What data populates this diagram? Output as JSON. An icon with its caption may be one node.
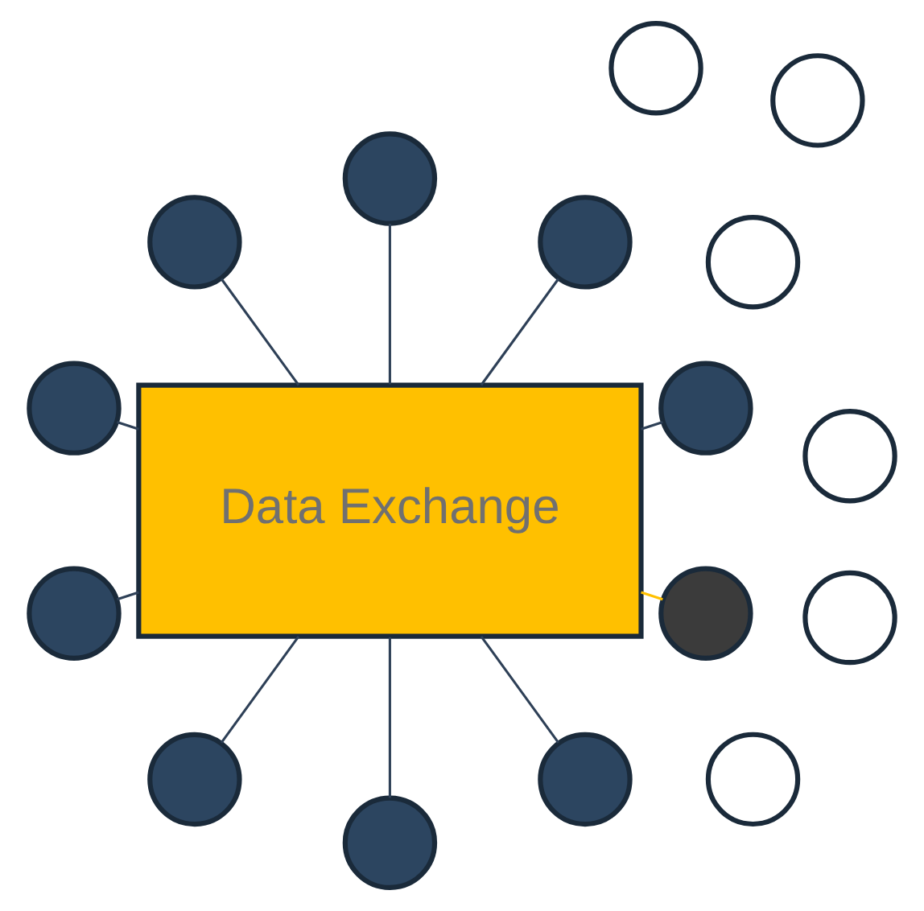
{
  "diagram": {
    "nodes": [
      {
        "text": [
          "Data Exchange"
        ]
      },
      {
        "text": [],
        "shape": "circle"
      },
      {
        "text": [],
        "shape": "circle"
      },
      {
        "text": [],
        "shape": "circle"
      },
      {
        "text": [],
        "shape": "circle"
      },
      {
        "text": [],
        "shape": "circle"
      },
      {
        "text": [],
        "shape": "circle"
      },
      {
        "text": [],
        "shape": "circle"
      },
      {
        "text": [],
        "shape": "circle"
      },
      {
        "text": [],
        "shape": "circle"
      },
      {
        "text": [],
        "shape": "circle"
      },
      {
        "text": [],
        "shape": "circle"
      },
      {
        "text": [],
        "shape": "circle"
      },
      {
        "text": [],
        "shape": "circle"
      },
      {
        "text": [],
        "shape": "circle"
      },
      {
        "text": [],
        "shape": "circle"
      },
      {
        "text": [],
        "shape": "circle"
      }
    ],
    "edges": [
      {
        "from": 0,
        "to": 2,
        "arrow": "none"
      },
      {
        "from": 0,
        "to": 3,
        "arrow": "none"
      },
      {
        "from": 0,
        "to": 4,
        "arrow": "none"
      },
      {
        "from": 0,
        "to": 5,
        "arrow": "none"
      },
      {
        "from": 0,
        "to": 6,
        "arrow": "none"
      },
      {
        "from": 0,
        "to": 7,
        "arrow": "none"
      },
      {
        "from": 0,
        "to": 9,
        "arrow": "none"
      },
      {
        "from": 0,
        "to": 10,
        "arrow": "none"
      },
      {
        "from": 0,
        "to": 13,
        "arrow": "none"
      },
      {
        "from": 0,
        "to": 15,
        "arrow": "none",
        "color": "#ffc000"
      }
    ]
  }
}
